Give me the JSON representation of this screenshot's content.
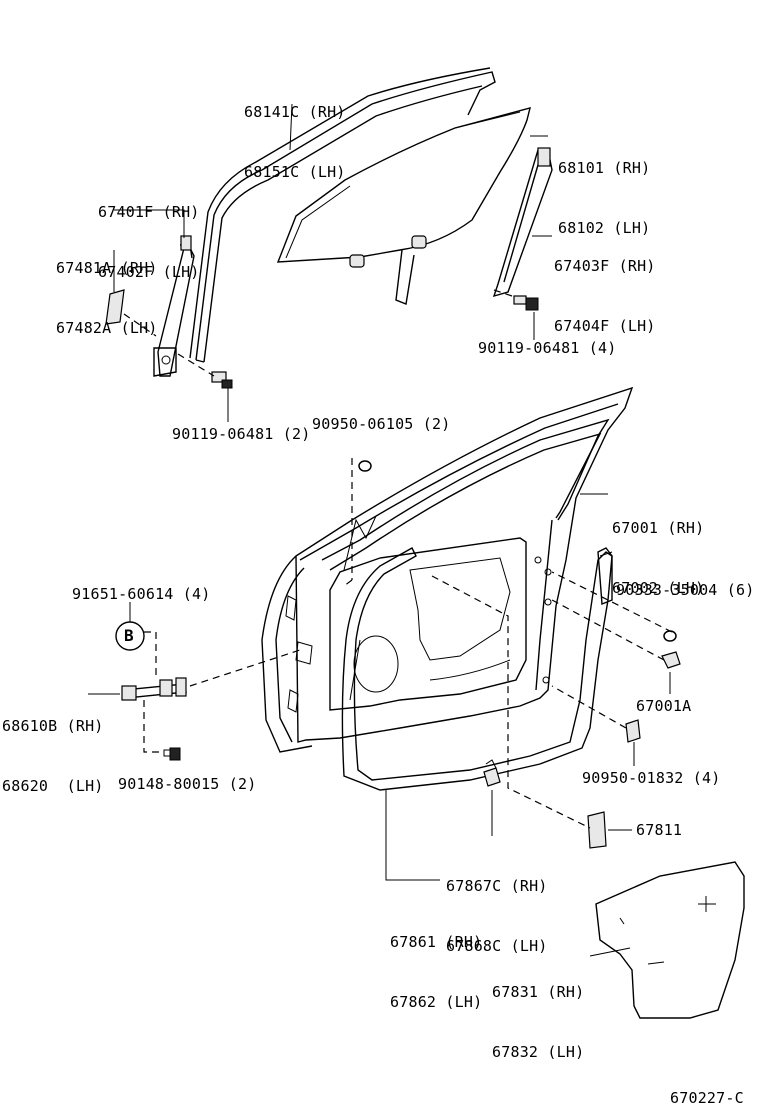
{
  "labels": {
    "glass_run": [
      "68141C (RH)",
      "68151C (LH)"
    ],
    "door_glass": [
      "68101 (RH)",
      "68102 (LH)"
    ],
    "front_channel": [
      "67401F (RH)",
      "67402F (LH)"
    ],
    "channel_seal": [
      "67481A (RH)",
      "67482A (LH)"
    ],
    "rear_channel": [
      "67403F (RH)",
      "67404F (LH)"
    ],
    "bolt_rear_channel": "90119-06481 (4)",
    "bolt_front_channel": "90119-06481 (2)",
    "plug_upper": "90950-06105 (2)",
    "door_panel": [
      "67001 (RH)",
      "67002 (LH)"
    ],
    "hinge_bolt": "91651-60614 (4)",
    "callout_b": "B",
    "door_check": [
      "68610B (RH)",
      "68620  (LH)"
    ],
    "check_bolt": "90148-80015 (2)",
    "hole_plug": "90333-35004 (6)",
    "plug_a": "67001A",
    "plug_lower": "90950-01832 (4)",
    "weatherstrip_clip": [
      "67867C (RH)",
      "67868C (LH)"
    ],
    "cushion": "67811",
    "weatherstrip": [
      "67861 (RH)",
      "67862 (LH)"
    ],
    "service_cover": [
      "67831 (RH)",
      "67832 (LH)"
    ],
    "figure_id": "670227-C"
  }
}
